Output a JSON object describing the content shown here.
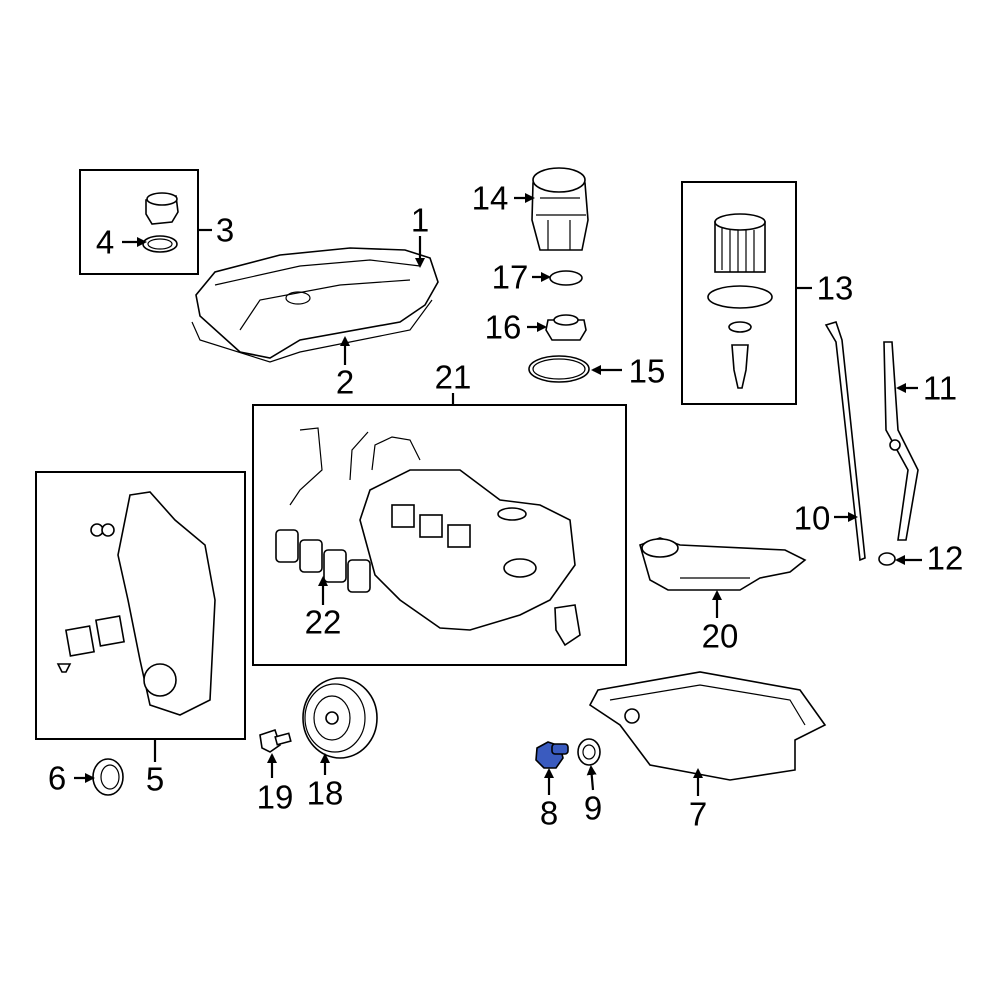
{
  "diagram": {
    "callouts": {
      "c1": "1",
      "c2": "2",
      "c3": "3",
      "c4": "4",
      "c5": "5",
      "c6": "6",
      "c7": "7",
      "c8": "8",
      "c9": "9",
      "c10": "10",
      "c11": "11",
      "c12": "12",
      "c13": "13",
      "c14": "14",
      "c15": "15",
      "c16": "16",
      "c17": "17",
      "c18": "18",
      "c19": "19",
      "c20": "20",
      "c21": "21",
      "c22": "22"
    },
    "highlighted_part": "8",
    "colors": {
      "highlight": "#3a5bbf",
      "line": "#000000",
      "background": "#ffffff"
    }
  }
}
